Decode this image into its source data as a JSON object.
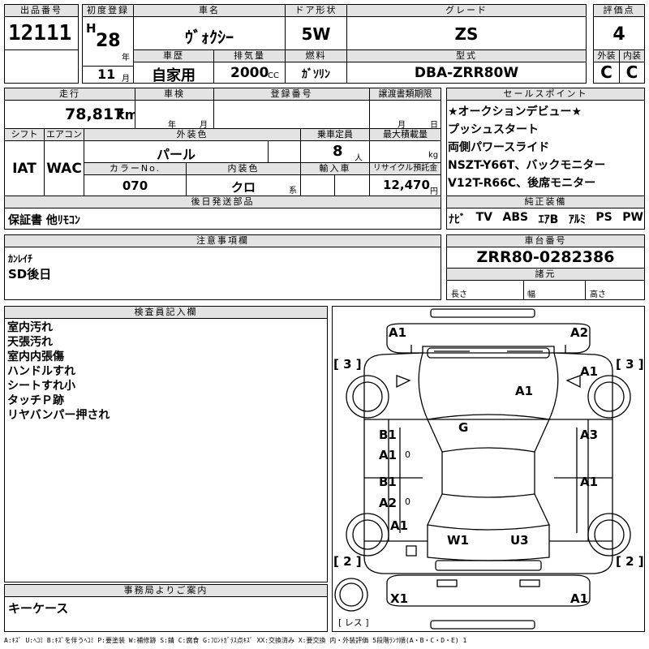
{
  "header": {
    "lot_number_label": "出品番号",
    "lot_number": "12111",
    "first_reg_label": "初度登録",
    "era": "H",
    "year": "28",
    "year_unit": "年",
    "month": "11",
    "month_unit": "月",
    "car_name_label": "車名",
    "car_name": "ｳﾞｫｸｼｰ",
    "doors_label": "ドア形状",
    "doors": "5W",
    "grade_label": "グレード",
    "grade": "ZS",
    "score_label": "評価点",
    "score": "4",
    "history_label": "車歴",
    "history": "自家用",
    "displacement_label": "排気量",
    "displacement": "2000",
    "cc": "CC",
    "fuel_label": "燃料",
    "fuel": "ｶﾞｿﾘﾝ",
    "model_label": "型式",
    "model": "DBA-ZRR80W",
    "exterior_label": "外装",
    "exterior": "C",
    "interior_label": "内装",
    "interior": "C"
  },
  "row2": {
    "mileage_label": "走行",
    "mileage": "78,817",
    "km": "km",
    "inspection_label": "車検",
    "nen": "年",
    "gatsu": "月",
    "regno_label": "登録番号",
    "transfer_label": "譲渡書類期限",
    "t_month": "月",
    "t_day": "日",
    "shift_label": "シフト",
    "shift": "IAT",
    "ac_label": "エアコン",
    "ac": "WAC",
    "color_label": "外装色",
    "color": "パール",
    "capacity_label": "乗車定員",
    "capacity": "8",
    "nin": "人",
    "load_label": "最大積載量",
    "kg": "kg",
    "colorno_label": "カラーNo.",
    "colorno": "070",
    "intcolor_label": "内装色",
    "intcolor": "クロ",
    "kei": "系",
    "import_label": "輸入車",
    "recycle_label": "リサイクル預託金",
    "recycle": "12,470",
    "yen": "円",
    "later_label": "後日発送部品",
    "later": "保証書 他ﾘﾓｺﾝ"
  },
  "sales": {
    "label": "セールスポイント",
    "points": [
      "★オークションデビュー★",
      "プッシュスタート",
      "両側パワースライド",
      "NSZT-Y66T、バックモニター",
      "V12T-R66C、後席モニター"
    ],
    "equip_label": "純正装備",
    "equip": [
      "ﾅﾋﾞ",
      "TV",
      "ABS",
      "ｴｱB",
      "ｱﾙﾐ",
      "PS",
      "PW"
    ]
  },
  "notes": {
    "label": "注意事項欄",
    "lines": [
      "ｶﾝﾚｲﾁ",
      "SD後日"
    ]
  },
  "chassis": {
    "label": "車台番号",
    "number": "ZRR80-0282386",
    "dims_label": "諸元",
    "length": "長さ",
    "width": "幅",
    "height": "高さ"
  },
  "inspector": {
    "label": "検査員記入欄",
    "lines": [
      "室内汚れ",
      "天張汚れ",
      "室内内張傷",
      "ハンドルすれ",
      "シートすれ小",
      "タッチＰ跡",
      "リヤバンパー押され"
    ]
  },
  "office": {
    "label": "事務局よりご案内",
    "text": "キーケース"
  },
  "diagram": {
    "marks": {
      "fb_l": "A1",
      "fb_r": "A2",
      "ff_l": "[ 3 ]",
      "ff_r": "[ 3 ]",
      "fen_r": "A1",
      "hood": "A1",
      "fd_l1": "B1",
      "fd_l2": "A1",
      "fd_r": "A3",
      "glass": "G",
      "rd_l1": "B1",
      "rd_l2": "A2",
      "rd_r": "A1",
      "rq_l": "A1",
      "rw": "W1",
      "tail": "U3",
      "rr_l": "[ 2 ]",
      "rr_r": "[ 2 ]",
      "rb_l": "X1",
      "rb_r": "A1",
      "spare": "[ レス ]",
      "zero": "0"
    }
  },
  "legend": "A:ｷｽﾞ U:ﾍｺﾐ B:ｷｽﾞを伴うﾍｺﾐ P:要塗装 W:補修跡 S:錆 C:腐食 G:ﾌﾛﾝﾄｶﾞﾗｽ点ｷｽﾞ XX:交換済み X:要交換 内・外装評価 5段階ﾗﾝｸ順(A・B・C・D・E) 1"
}
